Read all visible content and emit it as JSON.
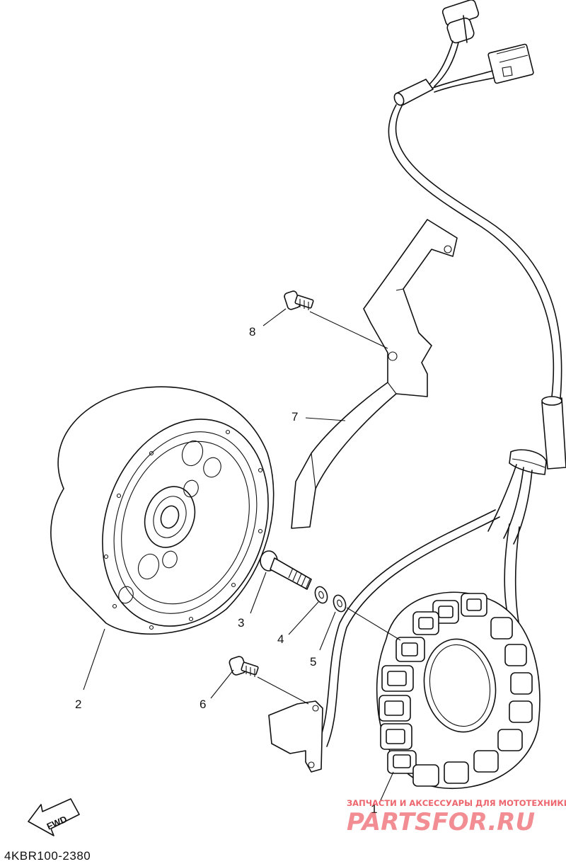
{
  "diagram": {
    "callouts": [
      {
        "id": "1",
        "label": "1"
      },
      {
        "id": "2",
        "label": "2"
      },
      {
        "id": "3",
        "label": "3"
      },
      {
        "id": "4",
        "label": "4"
      },
      {
        "id": "5",
        "label": "5"
      },
      {
        "id": "6",
        "label": "6"
      },
      {
        "id": "7",
        "label": "7"
      },
      {
        "id": "8",
        "label": "8"
      }
    ],
    "diagram_code": "4KBR100-2380",
    "fwd_label": "FWD"
  },
  "watermark": {
    "tagline": "ЗАПЧАСТИ И АКСЕССУАРЫ ДЛЯ МОТОТЕХНИКИ",
    "brand": "PARTSFOR.RU",
    "color": "#e8323c"
  }
}
